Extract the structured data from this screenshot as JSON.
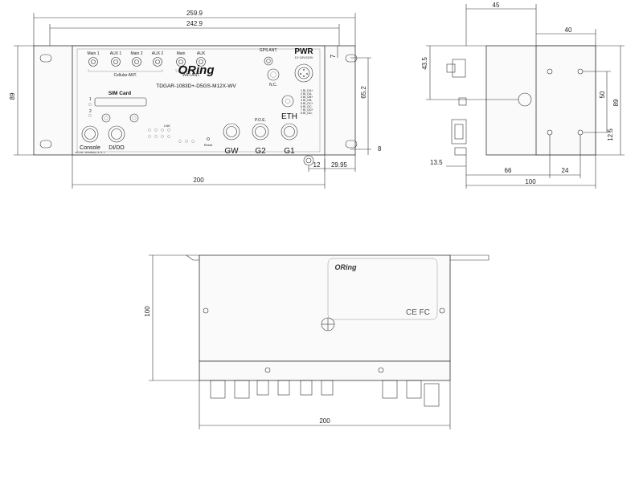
{
  "front": {
    "dims": {
      "w_outer": "259.9",
      "w_inner": "242.9",
      "height": "89",
      "base": "200",
      "side_65": "65.2",
      "side_7": "7",
      "side_8": "8",
      "b12": "12",
      "b2995": "29.95"
    },
    "antennas": [
      "Main 1",
      "AUX 1",
      "Main 2",
      "AUX 2",
      "Main",
      "AUX"
    ],
    "cellular_label": "Cellular ANT.",
    "wifi_label": "WiFi ANT.",
    "gps_label": "GPS ANT.",
    "nc_label": "N.C.",
    "logo": "ORing",
    "model": "TDGAR-1083D+-D5GS-M12X-WV",
    "pwr": "PWR",
    "pwr_sub": "12~24V/110V",
    "sim": "SIM Card",
    "sim_1": "1",
    "sim_2": "2",
    "console": "Console",
    "console_sub": "RS-232, 115200bps, 8, N, 1",
    "dido": "DI/DO",
    "reset": "Reset",
    "poe": "P.O.E.",
    "eth": "ETH",
    "gw": "GW",
    "g2": "G2",
    "g1": "G1",
    "lnk": "LNK",
    "eth_pins": [
      "1 BI_DA+",
      "2 BI_DA-",
      "3 BI_DB+",
      "4 BI_DB-",
      "5 BI_DC+",
      "6 BI_DC-",
      "7 BI_DD+",
      "8 BI_DD-"
    ]
  },
  "side": {
    "dims": {
      "d45": "45",
      "d40": "40",
      "d435": "43.5",
      "d50": "50",
      "d89": "89",
      "d125": "12.5",
      "d135": "13.5",
      "d66": "66",
      "d24": "24",
      "d100": "100"
    }
  },
  "top": {
    "dims": {
      "d100": "100",
      "d200": "200"
    },
    "logo": "ORing",
    "cert": "CE FC"
  }
}
